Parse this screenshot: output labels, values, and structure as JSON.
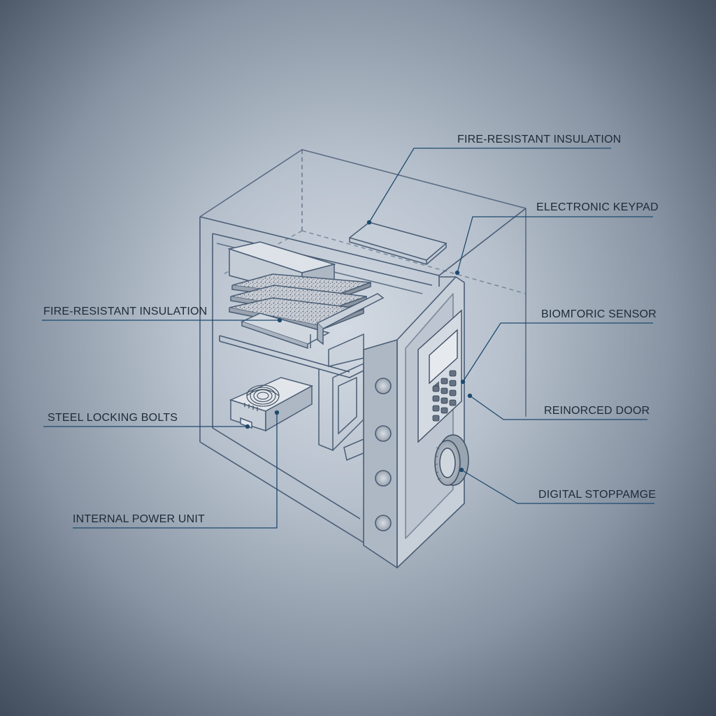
{
  "callouts": {
    "fire_insulation_top": "FIRE-RESISTANT INSULATION",
    "electronic_keypad": "ELECTRONIC KEYPAD",
    "fire_insulation_left": "FIRE-RESISTANT INSULATION",
    "biometric_sensor": "BIOMΓORIC SENSOR",
    "steel_locking_bolts": "STEEL LOCKING BOLTS",
    "reinforced_door": "REINORCED DOOR",
    "digital_stoppage": "DIGITAL STOPPAMGE",
    "internal_power_unit": "INTERNAL POWER UNIT"
  },
  "colors": {
    "line": "#4a5d75",
    "leader": "#1e4a6e",
    "text": "#1f2a38"
  }
}
